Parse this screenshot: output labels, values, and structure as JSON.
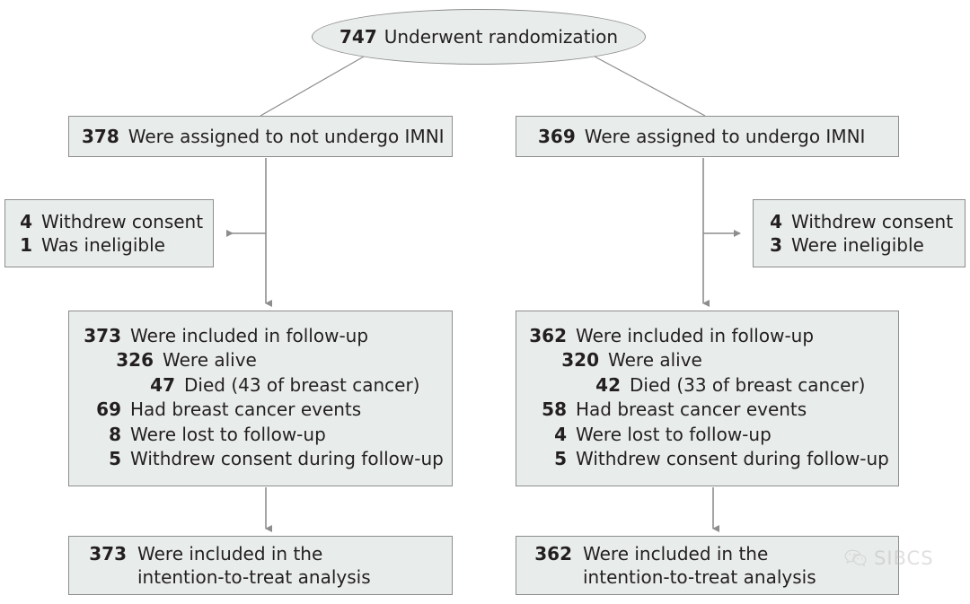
{
  "figure": {
    "type": "consort-flow-diagram",
    "colors": {
      "node_fill": "#e8ecea",
      "node_border": "#8d8d8d",
      "connector": "#8d8d8d",
      "text": "#231f20",
      "watermark": "#b9b9b9"
    }
  },
  "randomization": {
    "count": "747",
    "text": "Underwent randomization"
  },
  "arms": {
    "left": {
      "assignment": {
        "count": "378",
        "text": "Were assigned to not undergo IMNI"
      },
      "exclusions": [
        {
          "count": "4",
          "text": "Withdrew consent"
        },
        {
          "count": "1",
          "text": "Was ineligible"
        }
      ],
      "followup": [
        {
          "count": "373",
          "text": "Were included in follow-up",
          "indent": 0
        },
        {
          "count": "326",
          "text": "Were alive",
          "indent": 1
        },
        {
          "count": "47",
          "text": "Died (43 of breast cancer)",
          "indent": 2
        },
        {
          "count": "69",
          "text": "Had breast cancer events",
          "indent": 0
        },
        {
          "count": "8",
          "text": "Were lost to follow-up",
          "indent": 0
        },
        {
          "count": "5",
          "text": "Withdrew consent during follow-up",
          "indent": 0
        }
      ],
      "itt": {
        "count": "373",
        "text": "Were included in the intention-to-treat analysis"
      }
    },
    "right": {
      "assignment": {
        "count": "369",
        "text": "Were assigned to undergo IMNI"
      },
      "exclusions": [
        {
          "count": "4",
          "text": "Withdrew consent"
        },
        {
          "count": "3",
          "text": "Were ineligible"
        }
      ],
      "followup": [
        {
          "count": "362",
          "text": "Were included in follow-up",
          "indent": 0
        },
        {
          "count": "320",
          "text": "Were alive",
          "indent": 1
        },
        {
          "count": "42",
          "text": "Died (33 of breast cancer)",
          "indent": 2
        },
        {
          "count": "58",
          "text": "Had breast cancer events",
          "indent": 0
        },
        {
          "count": "4",
          "text": "Were lost to follow-up",
          "indent": 0
        },
        {
          "count": "5",
          "text": "Withdrew consent during follow-up",
          "indent": 0
        }
      ],
      "itt": {
        "count": "362",
        "text": "Were included in the intention-to-treat analysis"
      }
    }
  },
  "watermark": {
    "label": "SIBCS",
    "icon": "wechat-icon"
  }
}
